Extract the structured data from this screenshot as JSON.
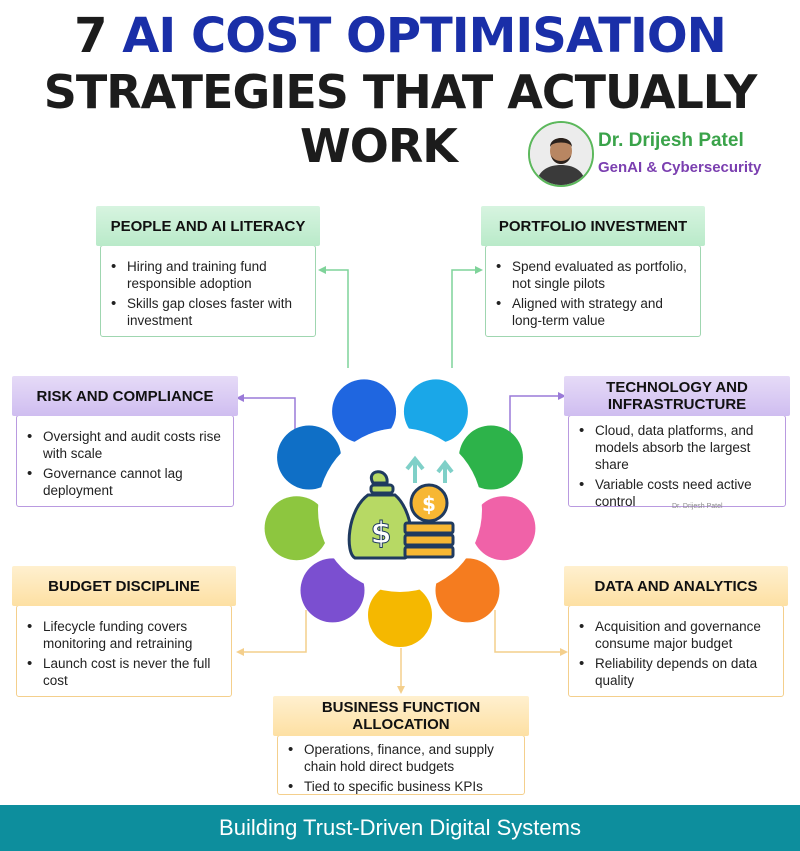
{
  "title": {
    "line1_number": "7",
    "line1_highlight": "AI COST OPTIMISATION",
    "line2": "STRATEGIES THAT ACTUALLY",
    "line3": "WORK"
  },
  "author": {
    "name": "Dr. Drijesh Patel",
    "role": "GenAI & Cybersecurity"
  },
  "cards": {
    "people": {
      "heading": "PEOPLE AND AI LITERACY",
      "bullets": [
        "Hiring and training fund responsible adoption",
        "Skills gap closes faster with investment"
      ]
    },
    "portfolio": {
      "heading": "PORTFOLIO INVESTMENT",
      "bullets": [
        "Spend evaluated as portfolio, not single pilots",
        "Aligned with strategy and long-term value"
      ]
    },
    "risk": {
      "heading": "RISK AND COMPLIANCE",
      "bullets": [
        "Oversight and audit costs rise with scale",
        "Governance cannot lag deployment"
      ]
    },
    "technology": {
      "heading": "TECHNOLOGY AND INFRASTRUCTURE",
      "bullets": [
        "Cloud, data platforms, and models absorb the largest share",
        "Variable costs need active control"
      ]
    },
    "budget": {
      "heading": "BUDGET DISCIPLINE",
      "bullets": [
        "Lifecycle funding covers monitoring and retraining",
        "Launch cost is never the full cost"
      ]
    },
    "data": {
      "heading": "DATA AND ANALYTICS",
      "bullets": [
        "Acquisition and governance consume major budget",
        "Reliability depends on data quality"
      ]
    },
    "business": {
      "heading": "BUSINESS FUNCTION ALLOCATION",
      "bullets": [
        "Operations, finance, and supply chain hold direct budgets",
        "Tied to specific business KPIs"
      ]
    }
  },
  "wheel": {
    "center_icon": "money-bag-coins-icon",
    "circle_colors": [
      "#1f66e0",
      "#1aa7e8",
      "#2db34a",
      "#f062a8",
      "#f57c1f",
      "#f5b800",
      "#7b4fd0",
      "#8dc63f",
      "#0f6fc6"
    ]
  },
  "colors": {
    "title_dark": "#1c1c1c",
    "title_accent": "#1a2fa8",
    "author_name": "#3aa34a",
    "author_role": "#7b3fb0",
    "footer": "#0d8e9d"
  },
  "watermark": "Dr. Drijesh Patel",
  "footer": "Building Trust-Driven Digital Systems"
}
